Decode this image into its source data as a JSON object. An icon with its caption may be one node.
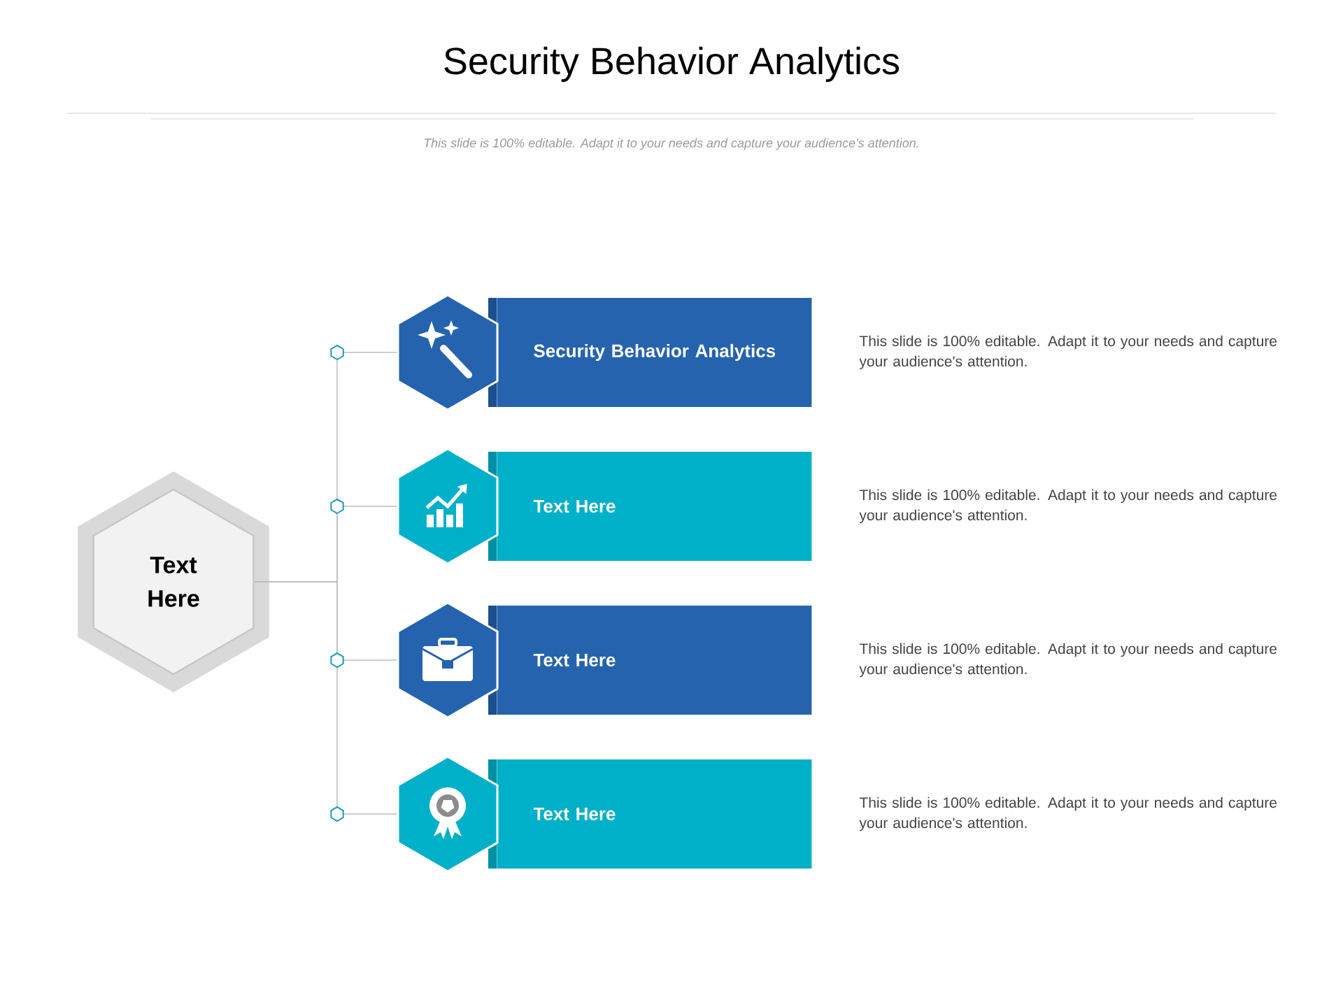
{
  "diagram": {
    "title": "Security Behavior Analytics",
    "caption": "This slide is 100% editable. Adapt it to your needs and capture your audience’s attention.",
    "nodes": [
      {
        "text": [
          "Text Here"
        ]
      },
      {
        "text": [],
        "shape": "hexagon"
      },
      {
        "text": [
          "Security Behavior Analytics"
        ],
        "beside": [
          "This slide is 100% editable. Adapt it to your needs and capture your audience's attention."
        ]
      },
      {
        "text": [],
        "shape": "hexagon"
      },
      {
        "text": [
          "Text Here"
        ],
        "beside": [
          "This slide is 100% editable. Adapt it to your needs and capture your audience's attention."
        ]
      },
      {
        "text": [],
        "shape": "hexagon"
      },
      {
        "text": [
          "Text Here"
        ],
        "beside": [
          "This slide is 100% editable. Adapt it to your needs and capture your audience's attention."
        ]
      },
      {
        "text": [],
        "shape": "hexagon"
      },
      {
        "text": [
          "Text Here"
        ],
        "beside": [
          "This slide is 100% editable. Adapt it to your needs and capture your audience's attention."
        ]
      }
    ],
    "edges": [
      {
        "from": 0,
        "to": 1,
        "arrow": "none"
      },
      {
        "from": 0,
        "to": 3,
        "arrow": "none"
      },
      {
        "from": 0,
        "to": 5,
        "arrow": "none"
      },
      {
        "from": 0,
        "to": 7,
        "arrow": "none"
      }
    ]
  }
}
